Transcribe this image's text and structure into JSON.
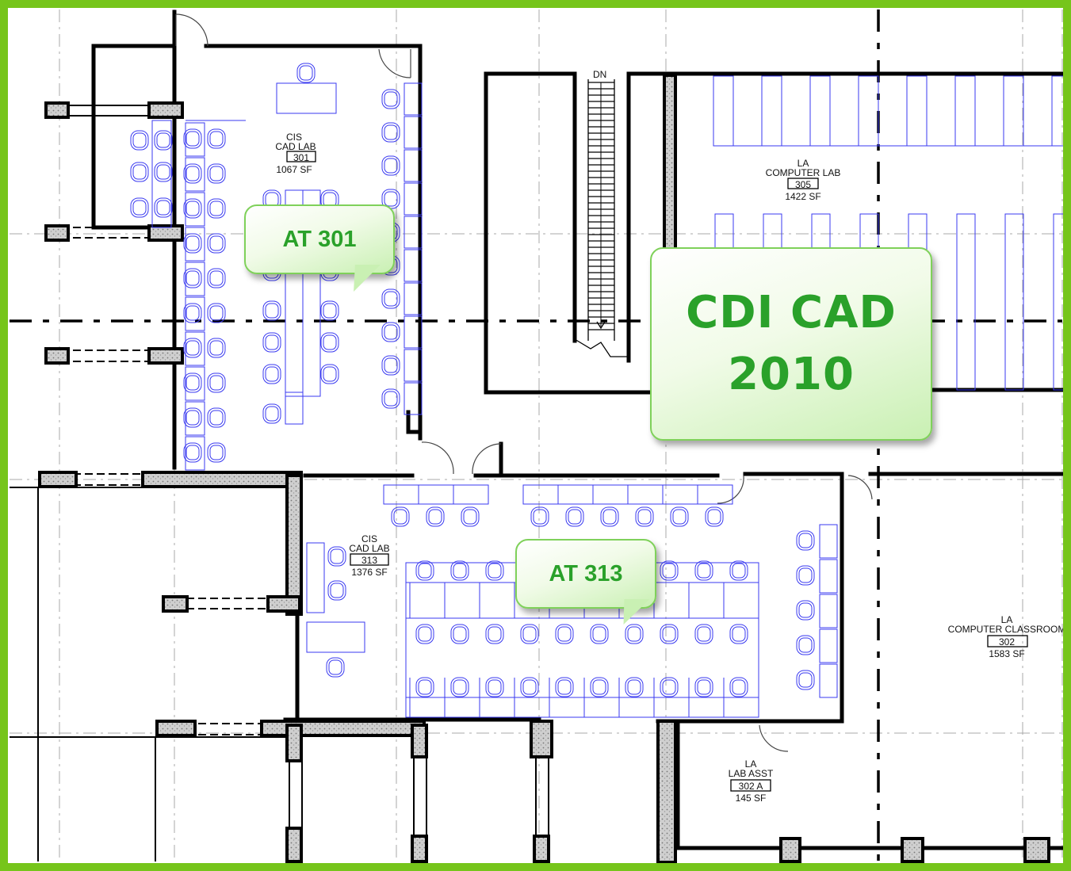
{
  "rooms": [
    {
      "id": "301",
      "dept": "CIS",
      "name": "CAD LAB",
      "number": "301",
      "area": "1067 SF"
    },
    {
      "id": "305",
      "dept": "LA",
      "name": "COMPUTER LAB",
      "number": "305",
      "area": "1422 SF"
    },
    {
      "id": "313",
      "dept": "CIS",
      "name": "CAD LAB",
      "number": "313",
      "area": "1376 SF"
    },
    {
      "id": "302",
      "dept": "LA",
      "name": "COMPUTER CLASSROOM",
      "number": "302",
      "area": "1583 SF"
    },
    {
      "id": "302A",
      "dept": "LA",
      "name": "LAB ASST",
      "number": "302 A",
      "area": "145 SF"
    }
  ],
  "stair_label": "DN",
  "callouts": {
    "at301": "AT 301",
    "at313": "AT 313",
    "main_line1": "CDI CAD",
    "main_line2": "2010"
  },
  "colors": {
    "frame": "#76c51b",
    "furniture": "#3a3af0",
    "callout_text": "#2aa12a",
    "walls": "#000000"
  }
}
